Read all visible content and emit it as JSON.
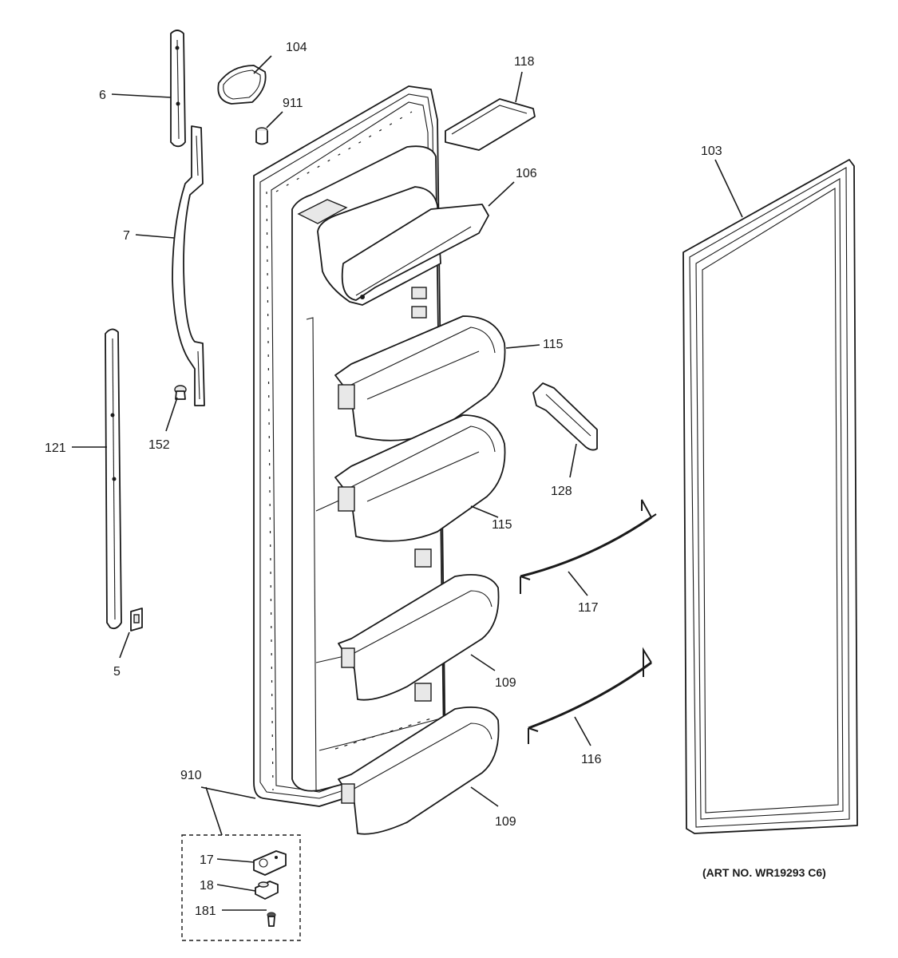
{
  "labels": {
    "p104": "104",
    "p6": "6",
    "p911": "911",
    "p118": "118",
    "p103": "103",
    "p106": "106",
    "p7": "7",
    "p115a": "115",
    "p115b": "115",
    "p152": "152",
    "p121": "121",
    "p128": "128",
    "p117": "117",
    "p5": "5",
    "p109a": "109",
    "p109b": "109",
    "p116": "116",
    "p910": "910",
    "p17": "17",
    "p18": "18",
    "p181": "181"
  },
  "art_number": "(ART NO. WR19293 C6)"
}
